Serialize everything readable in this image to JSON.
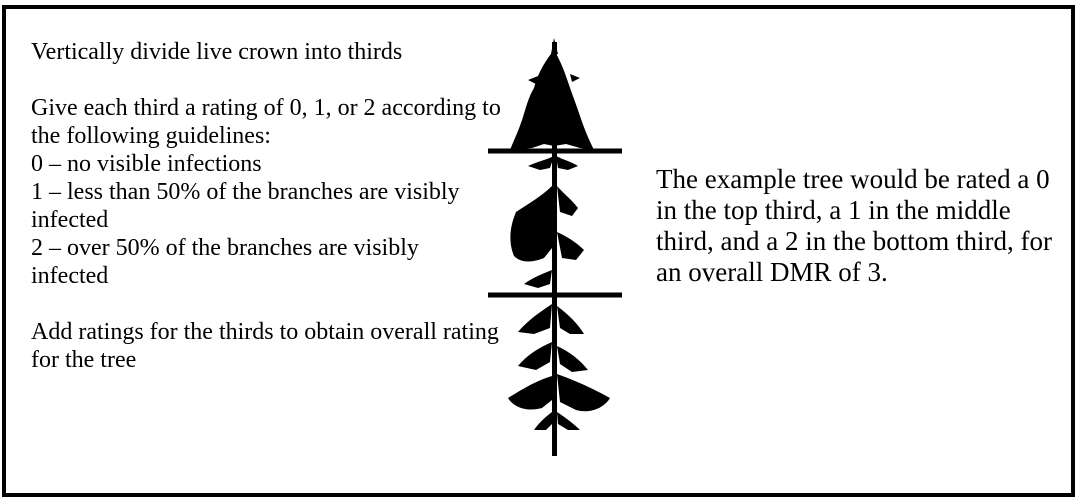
{
  "instructions": {
    "step_divide": "Vertically divide live crown into thirds",
    "step_rate": "Give each third a rating of 0, 1, or 2 according to the following guidelines:",
    "guideline_0": "0 – no visible infections",
    "guideline_1": "1 – less than 50% of the branches are visibly infected",
    "guideline_2": "2 – over 50% of the branches are visibly infected",
    "step_add": "Add ratings for the thirds to obtain overall rating for the tree"
  },
  "example": {
    "text": "The example tree would be rated a 0 in the top third, a 1 in the middle third, and a 2 in the bottom third, for an overall DMR of 3."
  },
  "colors": {
    "border": "#000000",
    "tree": "#000000",
    "background": "#ffffff"
  },
  "tree_icon": "conifer-silhouette"
}
